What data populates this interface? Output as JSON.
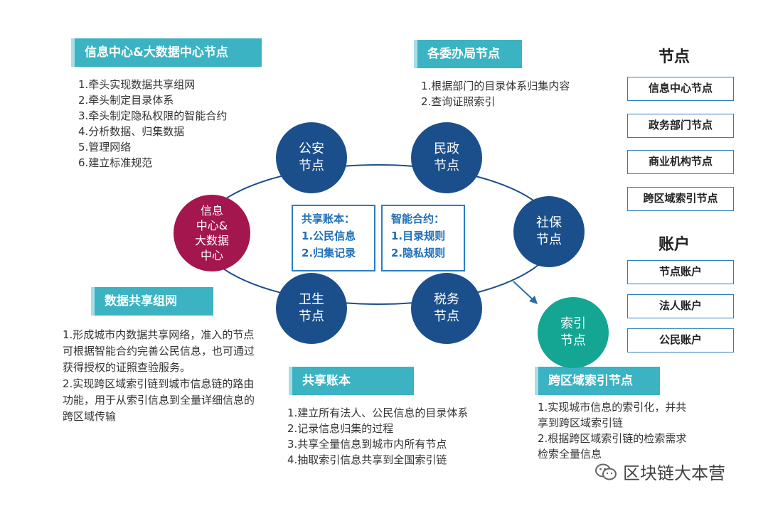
{
  "banners": {
    "center_node": "信息中心&大数据中心节点",
    "commission": "各委办局节点",
    "data_sharing": "数据共享组网",
    "shared_ledger": "共享账本",
    "cross_region": "跨区域索引节点"
  },
  "center_node_items": [
    "1.牵头实现数据共享组网",
    "2.牵头制定目录体系",
    "3.牵头制定隐私权限的智能合约",
    "4.分析数据、归集数据",
    "5.管理网络",
    "6.建立标准规范"
  ],
  "commission_items": [
    "1.根据部门的目录体系归集内容",
    "2.查询证照索引"
  ],
  "data_sharing_items": [
    "1.形成城市内数据共享网络，准入的节点可根据智能合约完善公民信息，也可通过获得授权的证照查验服务。",
    "2.实现跨区域索引链到城市信息链的路由功能，用于从索引信息到全量详细信息的跨区域传输"
  ],
  "shared_ledger_items": [
    "1.建立所有法人、公民信息的目录体系",
    "2.记录信息归集的过程",
    "3.共享全量信息到城市内所有节点",
    "4.抽取索引信息共享到全国索引链"
  ],
  "cross_region_items": [
    "1.实现城市信息的索引化，并共享到跨区域索引链",
    "2.根据跨区域索引链的检索需求检索全量信息"
  ],
  "nodes": {
    "gongan": [
      "公安",
      "节点"
    ],
    "minzheng": [
      "民政",
      "节点"
    ],
    "shebao": [
      "社保",
      "节点"
    ],
    "shuiwu": [
      "税务",
      "节点"
    ],
    "weisheng": [
      "卫生",
      "节点"
    ],
    "center": [
      "信息",
      "中心&",
      "大数据",
      "中心"
    ],
    "suoyin": [
      "索引",
      "节点"
    ]
  },
  "center_boxes": {
    "ledger": [
      "共享账本：",
      "1.公民信息",
      "2.归集记录"
    ],
    "contract": [
      "智能合约：",
      "1.目录规则",
      "2.隐私规则"
    ]
  },
  "legend": {
    "nodes_title": "节点",
    "node_types": [
      "信息中心节点",
      "政务部门节点",
      "商业机构节点",
      "跨区域索引节点"
    ],
    "accounts_title": "账户",
    "account_types": [
      "节点账户",
      "法人账户",
      "公民账户"
    ]
  },
  "watermark": "区块链大本营",
  "colors": {
    "banner": "#3bb3c3",
    "node_blue": "#1b4f8c",
    "node_red": "#a3174e",
    "node_teal": "#14a693",
    "box_border": "#2a7fc2"
  }
}
